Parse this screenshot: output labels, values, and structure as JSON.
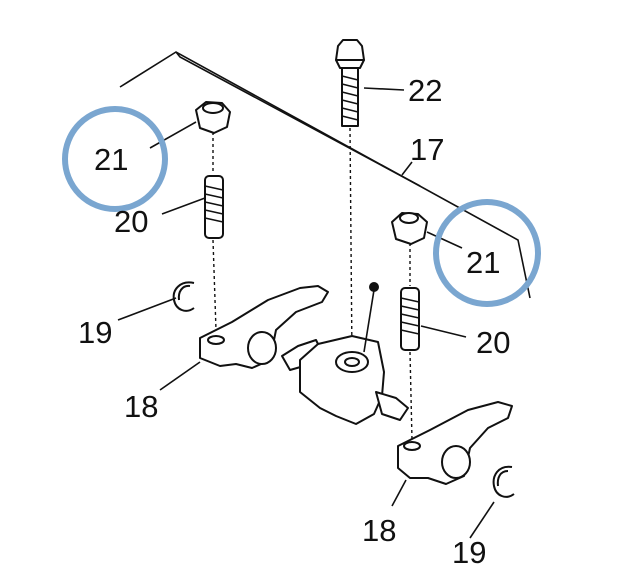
{
  "diagram": {
    "labels": {
      "bolt": "22",
      "bracket_line": "17",
      "nut_left": "21",
      "nut_right": "21",
      "stud_left": "20",
      "stud_right": "20",
      "clip_left": "19",
      "clip_right": "19",
      "rocker_left": "18",
      "rocker_right": "18"
    },
    "highlight_color": "#7aa6d0",
    "line_color": "#111111"
  }
}
